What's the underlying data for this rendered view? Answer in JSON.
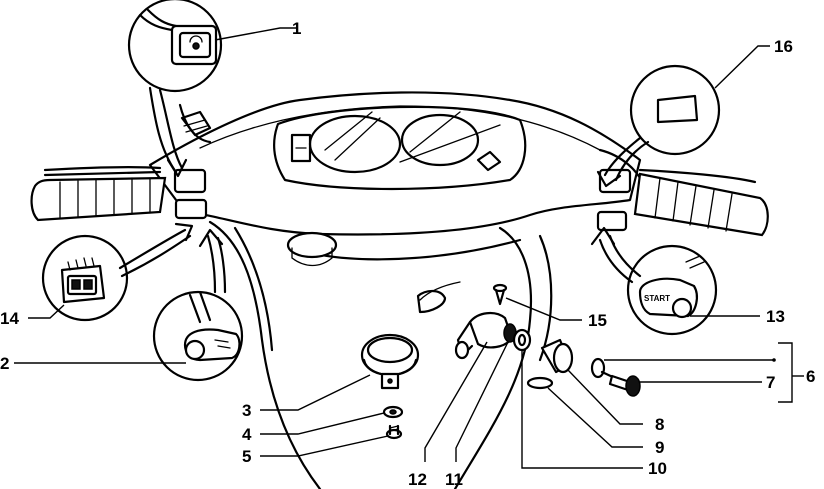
{
  "parts": [
    {
      "id": "p1",
      "number": "1"
    },
    {
      "id": "p2",
      "number": "2"
    },
    {
      "id": "p3",
      "number": "3"
    },
    {
      "id": "p4",
      "number": "4"
    },
    {
      "id": "p5",
      "number": "5"
    },
    {
      "id": "p6",
      "number": "6"
    },
    {
      "id": "p7",
      "number": "7"
    },
    {
      "id": "p8",
      "number": "8"
    },
    {
      "id": "p9",
      "number": "9"
    },
    {
      "id": "p10",
      "number": "10"
    },
    {
      "id": "p11",
      "number": "11"
    },
    {
      "id": "p12",
      "number": "12"
    },
    {
      "id": "p13",
      "number": "13"
    },
    {
      "id": "p14",
      "number": "14"
    },
    {
      "id": "p15",
      "number": "15"
    },
    {
      "id": "p16",
      "number": "16"
    }
  ],
  "switch_text": {
    "start": "START"
  }
}
